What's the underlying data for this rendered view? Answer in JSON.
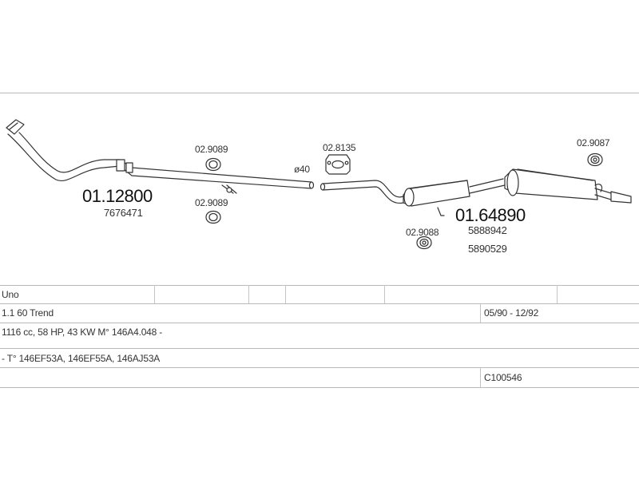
{
  "diagram": {
    "labels": {
      "front_pipe_code": "01.12800",
      "front_pipe_oem": "7676471",
      "clamp_top_code": "02.9089",
      "clamp_bottom_code": "02.9089",
      "diameter": "ø40",
      "hanger_code": "02.8135",
      "rear_section_code": "01.64890",
      "rear_section_oem_1": "5888942",
      "rear_section_oem_2": "5890529",
      "rear_hanger_code": "02.9088",
      "tail_hanger_code": "02.9087"
    }
  },
  "table": {
    "model": "Uno",
    "engine_version": "1.1 60 Trend",
    "production_period": "05/90 - 12/92",
    "engine_spec": "1116 cc, 58 HP, 43 KW M° 146A4.048 -",
    "engine_types": "- T° 146EF53A, 146EF55A, 146AJ53A",
    "catalog_code": "C100546"
  }
}
